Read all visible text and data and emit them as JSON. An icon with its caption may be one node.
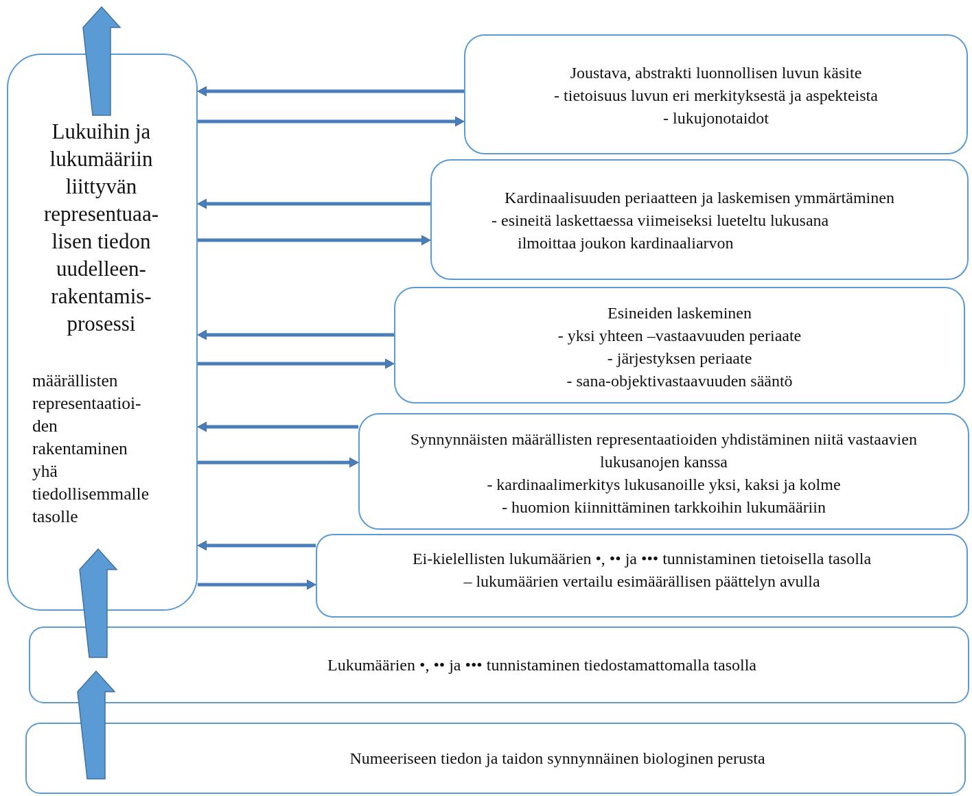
{
  "diagram": {
    "nodes": [
      {
        "text": [
          "Lukuihin ja lukumääriin liittyvän representuaa- lisen tiedon uudelleen- rakentamis- prosessi",
          "määrällisten representaatioi- den rakentaminen yhä tiedollisemmalle tasolle"
        ]
      },
      {
        "text": [
          "Joustava, abstrakti luonnollisen luvun käsite",
          "- tietoisuus luvun eri merkityksestä ja aspekteista",
          "- lukujonotaidot"
        ]
      },
      {
        "text": [
          "Kardinaalisuuden periaatteen ja laskemisen ymmärtäminen",
          "- esineitä laskettaessa viimeiseksi lueteltu lukusana ilmoittaa joukon kardinaaliarvon"
        ]
      },
      {
        "text": [
          "Esineiden laskeminen",
          "- yksi yhteen –vastaavuuden periaate",
          "- järjestyksen periaate",
          "- sana-objektivastaavuuden sääntö"
        ]
      },
      {
        "text": [
          "Synnynnäisten määrällisten representaatioiden yhdistäminen niitä vastaavien lukusanojen kanssa",
          "- kardinaalimerkitys lukusanoille yksi, kaksi ja kolme",
          "- huomion kiinnittäminen tarkkoihin lukumääriin"
        ]
      },
      {
        "text": [
          "Ei-kielellisten lukumäärien •, •• ja ••• tunnistaminen tietoisella tasolla",
          "– lukumäärien vertailu esimäärällisen päättelyn avulla"
        ]
      },
      {
        "text": [
          "Lukumäärien •, •• ja ••• tunnistaminen tiedostamattomalla tasolla"
        ]
      },
      {
        "text": [
          "Numeeriseen tiedon ja taidon synnynnäinen biologinen perusta"
        ]
      }
    ],
    "edges": [
      {
        "from": 1,
        "to": 0,
        "arrow": "to"
      },
      {
        "from": 0,
        "to": 1,
        "arrow": "to"
      },
      {
        "from": 2,
        "to": 0,
        "arrow": "to"
      },
      {
        "from": 0,
        "to": 2,
        "arrow": "to"
      },
      {
        "from": 3,
        "to": 0,
        "arrow": "to"
      },
      {
        "from": 0,
        "to": 3,
        "arrow": "to"
      },
      {
        "from": 4,
        "to": 0,
        "arrow": "to"
      },
      {
        "from": 0,
        "to": 4,
        "arrow": "to"
      },
      {
        "from": 5,
        "to": 0,
        "arrow": "to"
      },
      {
        "from": 0,
        "to": 5,
        "arrow": "to"
      },
      {
        "from": 7,
        "to": 6,
        "arrow": "to",
        "style": "thick"
      },
      {
        "from": 6,
        "to": 0,
        "arrow": "to",
        "style": "thick"
      },
      {
        "from": 0,
        "to": null,
        "arrow": "to",
        "style": "thick"
      }
    ]
  }
}
